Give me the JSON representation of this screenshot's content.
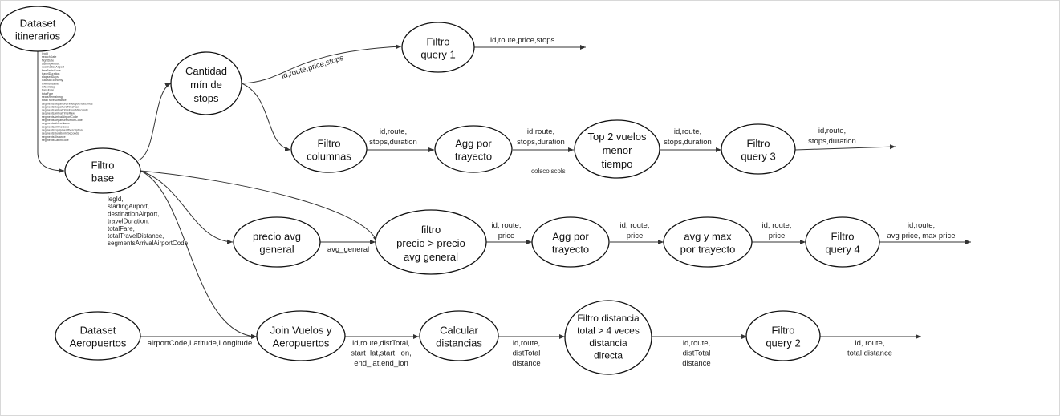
{
  "nodes": {
    "dataset_itinerarios": [
      "Dataset",
      "itinerarios"
    ],
    "filtro_base": [
      "Filtro",
      "base"
    ],
    "cantidad_min_stops": [
      "Cantidad",
      "mín de",
      "stops"
    ],
    "filtro_query1": [
      "Filtro",
      "query 1"
    ],
    "filtro_columnas": [
      "Filtro",
      "columnas"
    ],
    "agg_trayecto_1": [
      "Agg por",
      "trayecto"
    ],
    "top2_vuelos": [
      "Top 2 vuelos",
      "menor",
      "tiempo"
    ],
    "filtro_query3": [
      "Filtro",
      "query 3"
    ],
    "precio_avg_general": [
      "precio avg",
      "general"
    ],
    "filtro_precio": [
      "filtro",
      "precio > precio",
      "avg general"
    ],
    "agg_trayecto_2": [
      "Agg por",
      "trayecto"
    ],
    "avg_max_trayecto": [
      "avg y max",
      "por trayecto"
    ],
    "filtro_query4": [
      "Filtro",
      "query 4"
    ],
    "dataset_aeropuertos": [
      "Dataset",
      "Aeropuertos"
    ],
    "join_vuelos_aeropuertos": [
      "Join Vuelos y",
      "Aeropuertos"
    ],
    "calcular_distancias": [
      "Calcular",
      "distancias"
    ],
    "filtro_distancia": [
      "Filtro distancia",
      "total > 4 veces",
      "distancia",
      "directa"
    ],
    "filtro_query2": [
      "Filtro",
      "query 2"
    ]
  },
  "edge_labels": {
    "min_stops_to_q1": "id,route,price,stops",
    "q1_out": "id,route,price,stops",
    "columnas_to_agg1": [
      "id,route,",
      "stops,duration"
    ],
    "agg1_to_top2": [
      "id,route,",
      "stops,duration"
    ],
    "top2_to_q3": [
      "id,route,",
      "stops,duration"
    ],
    "q3_out": [
      "id,route,",
      "stops,duration"
    ],
    "base_fields": [
      "legId,",
      "startingAirport,",
      "destinationAirport,",
      "travelDuration,",
      "totalFare,",
      "totalTravelDistance,",
      "segmentsArrivalAirportCode"
    ],
    "avg_general": "avg_general",
    "precio_to_agg2": [
      "id, route,",
      "price"
    ],
    "agg2_to_avgmax": [
      "id, route,",
      "price"
    ],
    "avgmax_to_q4": [
      "id, route,",
      "price"
    ],
    "q4_out": [
      "id,route,",
      "avg price, max price"
    ],
    "aeropuertos_to_join": "airportCode,Latitude,Longitude",
    "join_to_calc": [
      "id,route,distTotal,",
      "start_lat,start_lon,",
      "end_lat,end_lon"
    ],
    "calc_to_filtro": [
      "id,route,",
      "distTotal",
      "distance"
    ],
    "filtro_to_q2": [
      "id,route,",
      "distTotal",
      "distance"
    ],
    "q2_out": [
      "id, route,",
      "total distance"
    ]
  },
  "stray_note": "colscolscols",
  "dataset_columns": [
    "legId",
    "searchDate",
    "flightDate",
    "startingAirport",
    "destinationAirport",
    "fareBasisCode",
    "travelDuration",
    "elapsedDays",
    "isBasicEconomy",
    "isRefundable",
    "isNonStop",
    "baseFare",
    "totalFare",
    "seatsRemaining",
    "totalTravelDistance",
    "segmentsDepartureTimeEpochSeconds",
    "segmentsDepartureTimeRaw",
    "segmentsArrivalTimeEpochSeconds",
    "segmentsArrivalTimeRaw",
    "segmentsArrivalAirportCode",
    "segmentsDepartureAirportCode",
    "segmentsAirlineName",
    "segmentsAirlineCode",
    "segmentsEquipmentDescription",
    "segmentsDurationInSeconds",
    "segmentsDistance",
    "segmentsCabinCode"
  ]
}
